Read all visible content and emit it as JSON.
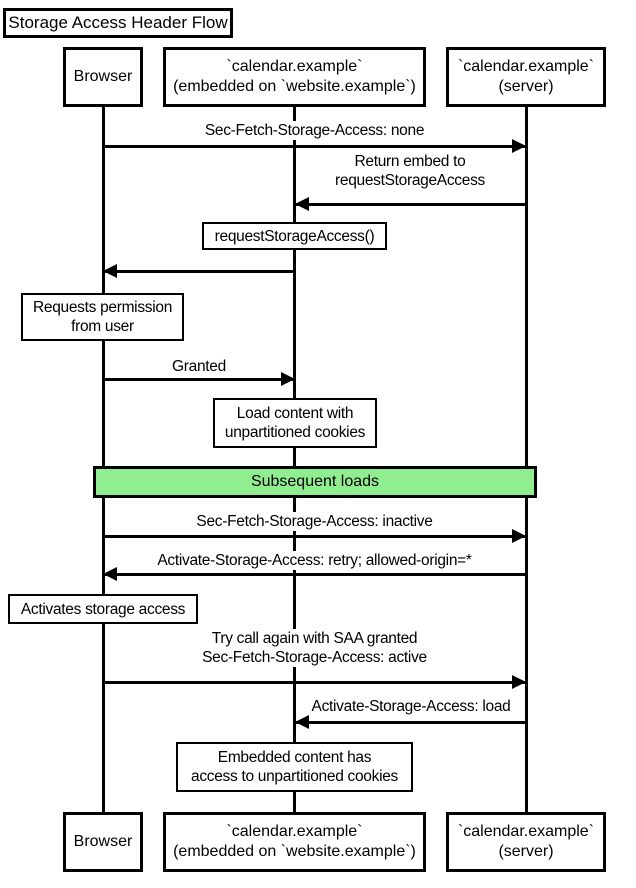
{
  "title": "Storage Access Header Flow",
  "colors": {
    "divider_fill": "#90ee90",
    "line": "#000000",
    "background": "#ffffff"
  },
  "actors": {
    "browser": {
      "label": "Browser"
    },
    "embed": {
      "label": "`calendar.example`\n(embedded on `website.example`)"
    },
    "server": {
      "label": "`calendar.example`\n(server)"
    }
  },
  "messages": [
    {
      "from": "browser",
      "to": "server",
      "direction": "right",
      "label": "Sec-Fetch-Storage-Access: none"
    },
    {
      "from": "server",
      "to": "embed",
      "direction": "left",
      "label": "Return embed to\nrequestStorageAccess"
    },
    {
      "from": "embed",
      "to": "browser",
      "direction": "left",
      "label_boxed": true,
      "label": "requestStorageAccess()"
    },
    {
      "from": "browser",
      "to": "embed",
      "direction": "right",
      "label": "Granted"
    },
    {
      "from": "browser",
      "to": "server",
      "direction": "right",
      "label": "Sec-Fetch-Storage-Access: inactive"
    },
    {
      "from": "server",
      "to": "browser",
      "direction": "left",
      "label": "Activate-Storage-Access: retry; allowed-origin=*"
    },
    {
      "from": "browser",
      "to": "server",
      "direction": "right",
      "label": "Try call again with SAA granted\nSec-Fetch-Storage-Access: active"
    },
    {
      "from": "server",
      "to": "embed",
      "direction": "left",
      "label": "Activate-Storage-Access: load"
    }
  ],
  "notes": [
    {
      "over": "browser",
      "text": "Requests permission\nfrom user"
    },
    {
      "over": "embed",
      "text": "Load content with\nunpartitioned cookies"
    },
    {
      "over": "browser",
      "text": "Activates storage access"
    },
    {
      "over": "embed",
      "text": "Embedded content has\naccess to unpartitioned cookies"
    }
  ],
  "divider": {
    "label": "Subsequent loads"
  }
}
